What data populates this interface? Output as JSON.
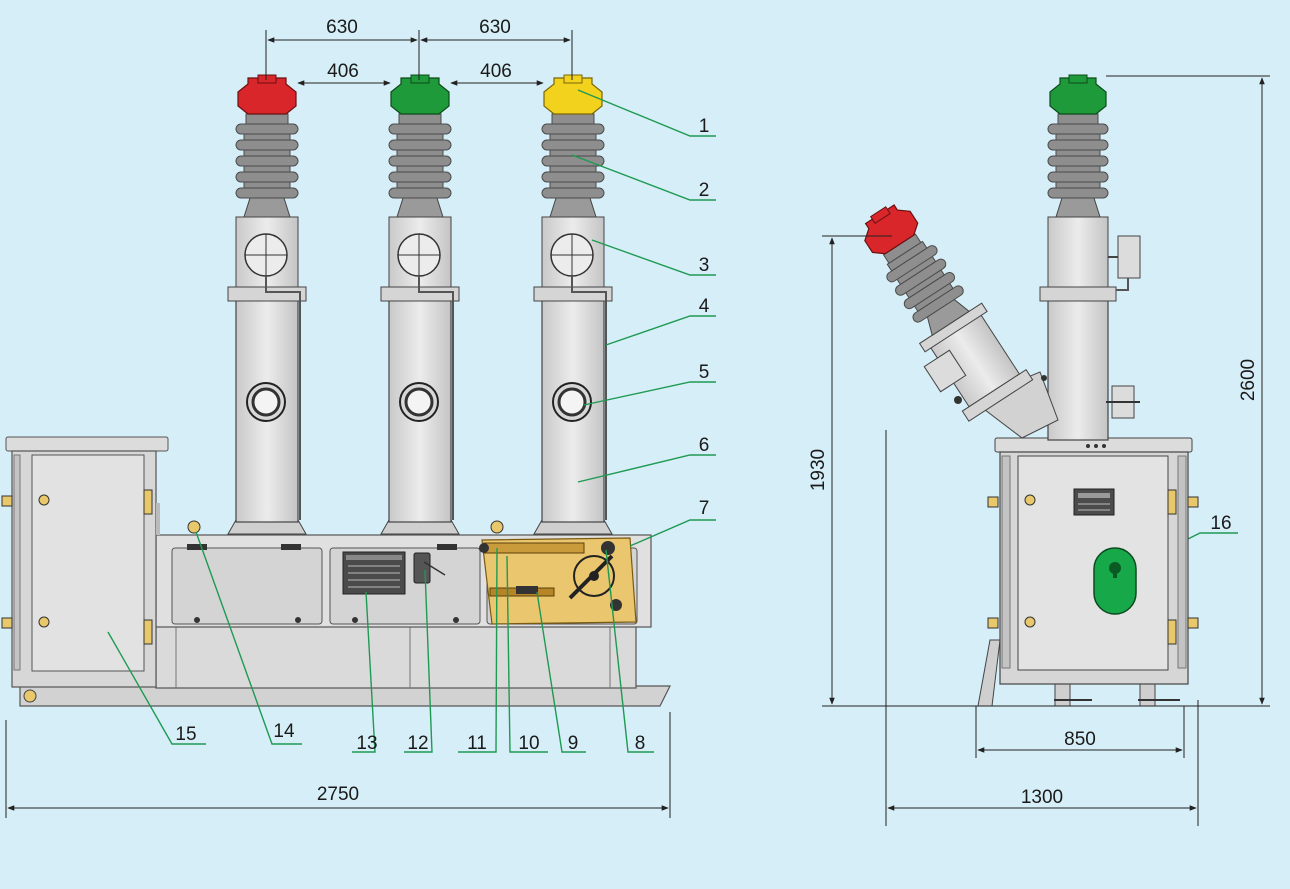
{
  "colors": {
    "background": "#d6eef7",
    "phase_red": "#d8262b",
    "phase_green": "#1f9a3a",
    "phase_yellow": "#f2d21c",
    "insulator": "#8c8c8c",
    "body": "#dcdcdc",
    "leader_line": "#1e9a52",
    "mechanism": "#e8c06a",
    "indicator_green": "#17a84a"
  },
  "dimensions": {
    "phase_pitch_a": "630",
    "phase_pitch_b": "630",
    "insulator_gap_a": "406",
    "insulator_gap_b": "406",
    "total_width_front": "2750",
    "base_height_side": "1930",
    "total_height_side": "2600",
    "base_depth_side": "850",
    "total_depth_side": "1300"
  },
  "callouts": [
    "1",
    "2",
    "3",
    "4",
    "5",
    "6",
    "7",
    "8",
    "9",
    "10",
    "11",
    "12",
    "13",
    "14",
    "15",
    "16"
  ]
}
